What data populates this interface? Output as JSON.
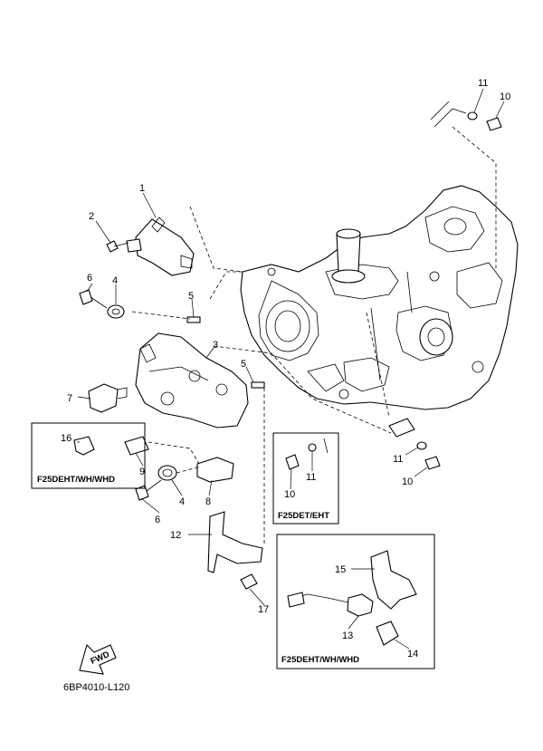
{
  "diagram_code": "6BP4010-L120",
  "fwd_label": "FWD",
  "variant_boxes": {
    "left": "F25DEHT/WH/WHD",
    "middle": "F25DET/EHT",
    "bottom_right": "F25DEHT/WH/WHD"
  },
  "callouts": {
    "c1": "1",
    "c2": "2",
    "c3": "3",
    "c4a": "4",
    "c4b": "4",
    "c5a": "5",
    "c5b": "5",
    "c6a": "6",
    "c6b": "6",
    "c7": "7",
    "c8": "8",
    "c9": "9",
    "c10a": "10",
    "c10b": "10",
    "c10c": "10",
    "c11a": "11",
    "c11b": "11",
    "c11c": "11",
    "c12": "12",
    "c13": "13",
    "c14": "14",
    "c15": "15",
    "c16": "16",
    "c17": "17"
  }
}
